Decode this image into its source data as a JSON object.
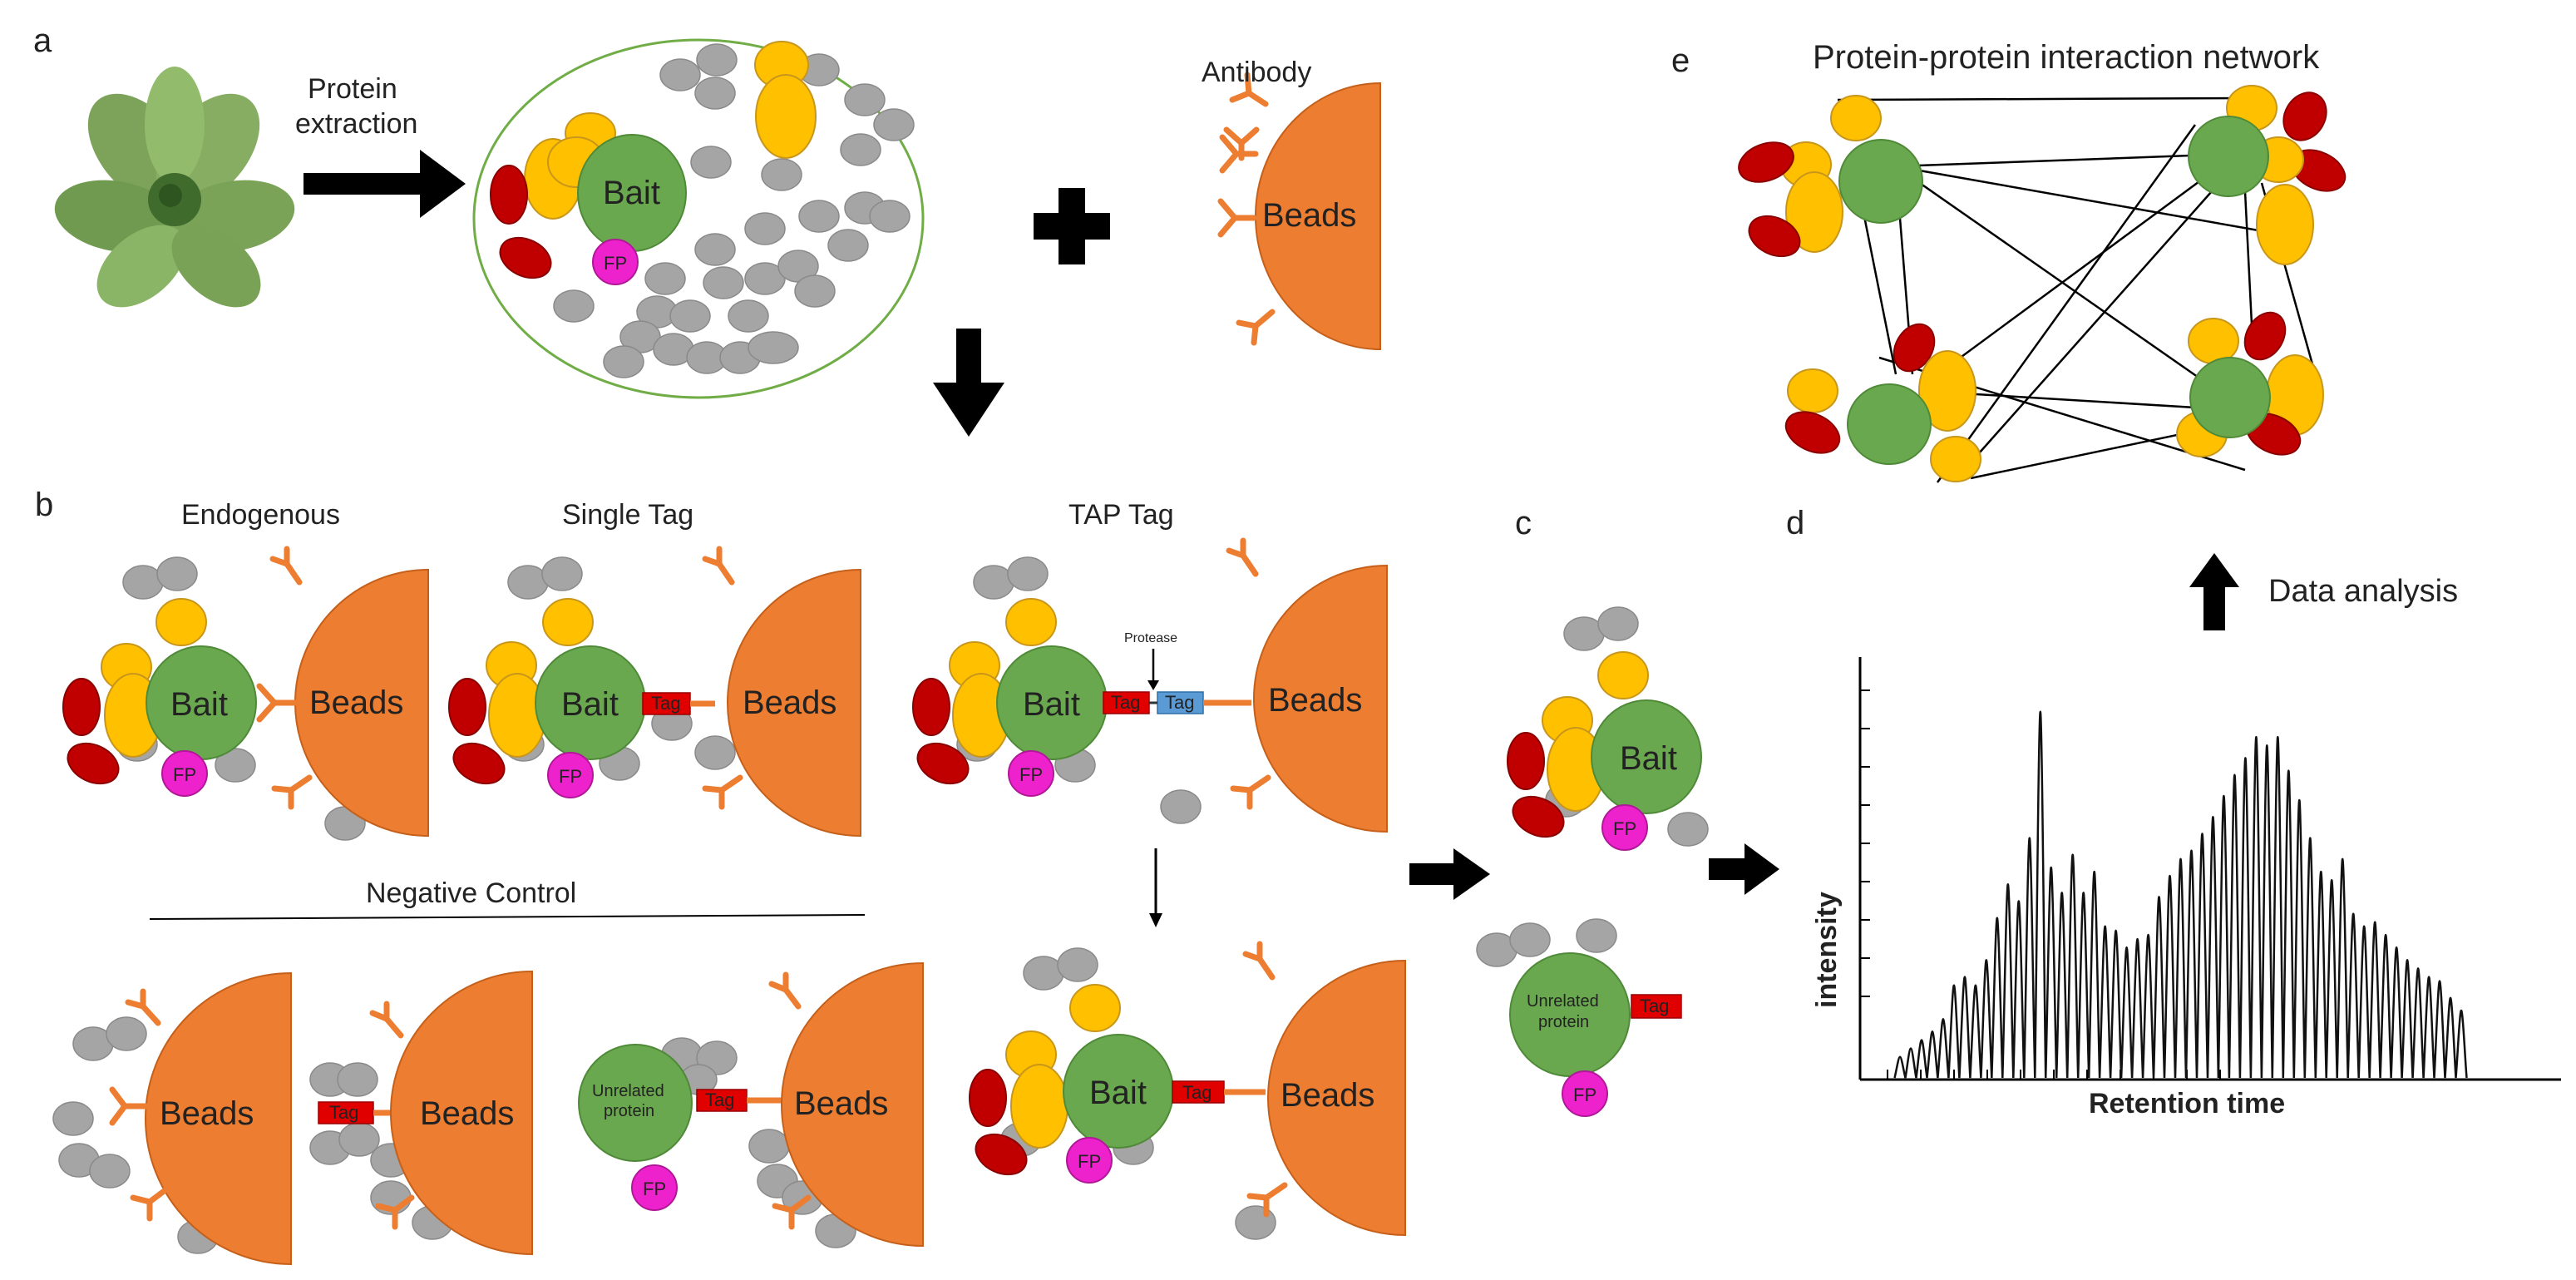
{
  "panels": {
    "a": "a",
    "b": "b",
    "c": "c",
    "d": "d",
    "e": "e"
  },
  "labels": {
    "protein_extraction_1": "Protein",
    "protein_extraction_2": "extraction",
    "antibody": "Antibody",
    "bait": "Bait",
    "beads": "Beads",
    "fp": "FP",
    "tag": "Tag",
    "protease": "Protease",
    "unrelated_1": "Unrelated",
    "unrelated_2": "protein",
    "endogenous": "Endogenous",
    "single_tag": "Single Tag",
    "tap_tag": "TAP Tag",
    "negative_control": "Negative Control",
    "data_analysis": "Data analysis",
    "network_title": "Protein-protein interaction network"
  },
  "chart_data": {
    "type": "line",
    "title": "",
    "xlabel": "Retention time",
    "ylabel": "intensity",
    "series": [
      {
        "values": [
          0.05,
          0.07,
          0.09,
          0.11,
          0.14,
          0.22,
          0.24,
          0.22,
          0.28,
          0.38,
          0.46,
          0.42,
          0.57,
          0.87,
          0.5,
          0.44,
          0.53,
          0.44,
          0.49,
          0.36,
          0.35,
          0.31,
          0.33,
          0.34,
          0.43,
          0.48,
          0.52,
          0.54,
          0.58,
          0.62,
          0.67,
          0.72,
          0.76,
          0.81,
          0.79,
          0.81,
          0.73,
          0.66,
          0.57,
          0.49,
          0.47,
          0.52,
          0.39,
          0.36,
          0.37,
          0.34,
          0.31,
          0.28,
          0.26,
          0.24,
          0.23,
          0.19,
          0.16
        ]
      }
    ],
    "grid": false,
    "legend": "none"
  },
  "colors": {
    "bait": "#6aa84f",
    "yellow": "#ffc000",
    "red": "#c00000",
    "gray": "#a5a5a5",
    "fp": "#ee22cc",
    "beads": "#ed7d31",
    "tag_red": "#e00000",
    "tag_blue": "#5b9bd5",
    "membrane": "#70ad47"
  }
}
